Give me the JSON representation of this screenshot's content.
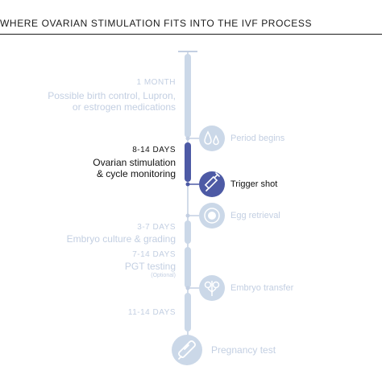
{
  "title": "WHERE OVARIAN STIMULATION FITS INTO THE IVF PROCESS",
  "colors": {
    "faded": "#c3cfe2",
    "track": "#cbd8e8",
    "active": "#4d5aa5",
    "text_dark": "#111111"
  },
  "phases": [
    {
      "duration": "1 MONTH",
      "line1": "Possible birth control, Lupron,",
      "line2": "or estrogen medications"
    },
    {
      "duration": "8-14 DAYS",
      "line1": "Ovarian stimulation",
      "line2": "& cycle monitoring"
    },
    {
      "duration": "3-7 DAYS",
      "line1": "Embryo culture & grading"
    },
    {
      "duration": "7-14 DAYS",
      "line1": "PGT testing",
      "note": "(Optional)"
    },
    {
      "duration": "11-14 DAYS"
    }
  ],
  "events": [
    {
      "label": "Period begins",
      "icon": "blood-drops-icon"
    },
    {
      "label": "Trigger shot",
      "icon": "syringe-icon"
    },
    {
      "label": "Egg retrieval",
      "icon": "egg-icon"
    },
    {
      "label": "Embryo transfer",
      "icon": "embryo-transfer-icon"
    },
    {
      "label": "Pregnancy test",
      "icon": "pregnancy-test-icon"
    }
  ]
}
